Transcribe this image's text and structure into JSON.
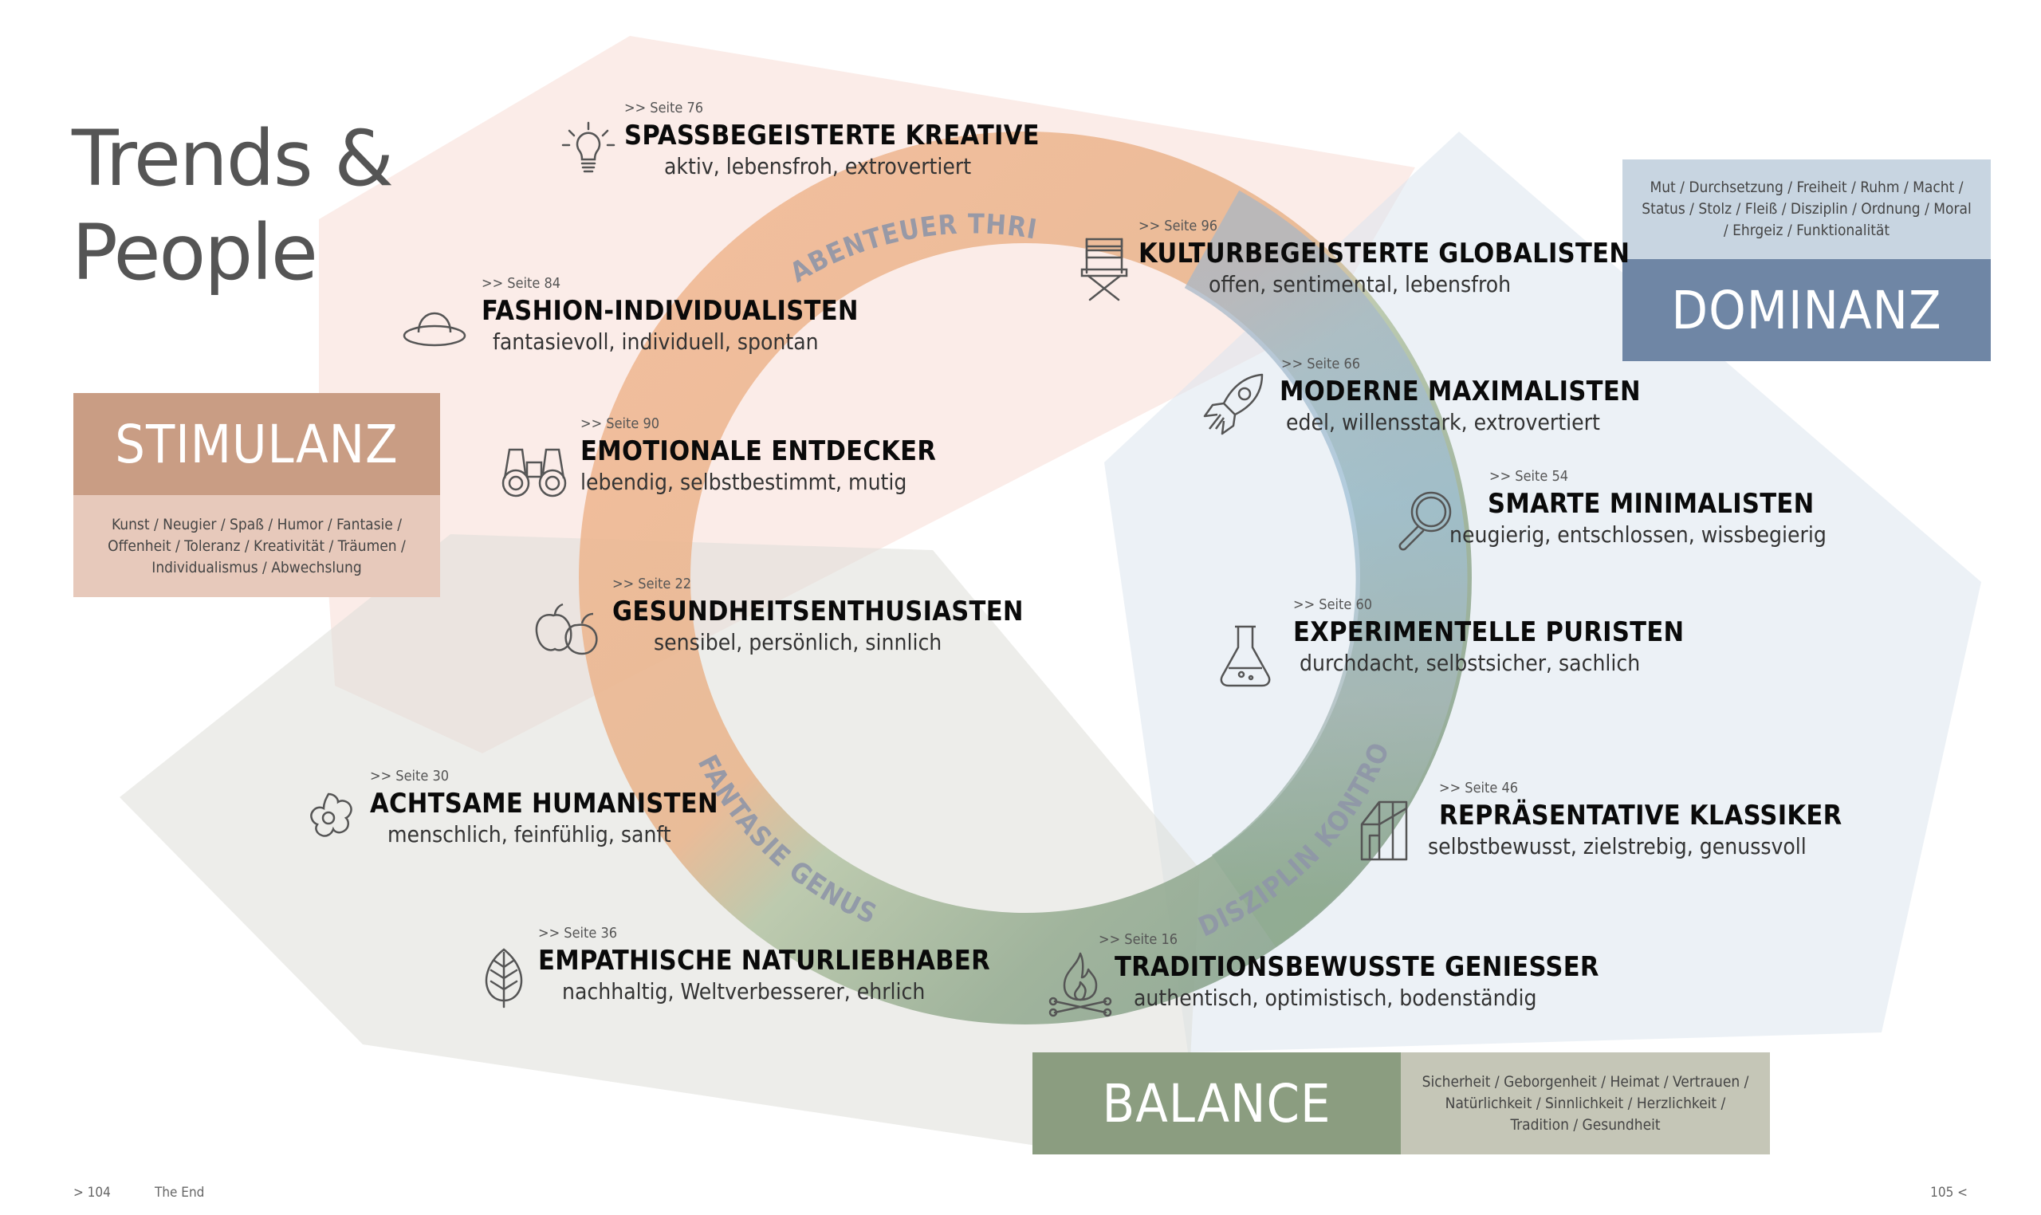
{
  "title_line1": "Trends &",
  "title_line2": "People",
  "ring_labels": {
    "top": "ABENTEUER THRILL",
    "bottom_left": "FANTASIE GENUSS",
    "bottom_right": "DISZIPLIN KONTROLLE"
  },
  "dimensions": {
    "stimulanz": {
      "label": "STIMULANZ",
      "values": "Kunst / Neugier / Spaß / Humor / Fantasie / Offenheit / Toleranz / Kreativität / Träumen / Individualismus / Abwechslung",
      "color": "#c99d84",
      "values_bg": "#e7c9bb"
    },
    "dominanz": {
      "label": "DOMINANZ",
      "values": "Mut / Durchsetzung / Freiheit / Ruhm / Macht / Status / Stolz / Fleiß / Disziplin / Ordnung / Moral / Ehrgeiz / Funktionalität",
      "color": "#6f86a5",
      "values_bg": "#c8d5e1"
    },
    "balance": {
      "label": "BALANCE",
      "values": "Sicherheit / Geborgenheit / Heimat / Vertrauen / Natürlichkeit / Sinnlichkeit / Herzlichkeit / Tradition / Gesundheit",
      "color": "#8b9d80",
      "values_bg": "#c5c6b7"
    }
  },
  "segments": [
    {
      "ref": ">> Seite 76",
      "name": "SPASSBEGEISTERTE KREATIVE",
      "traits": "aktiv, lebensfroh, extrovertiert",
      "icon": "lightbulb-icon"
    },
    {
      "ref": ">> Seite 96",
      "name": "KULTURBEGEISTERTE GLOBALISTEN",
      "traits": "offen, sentimental, lebensfroh",
      "icon": "director-chair-icon"
    },
    {
      "ref": ">> Seite 84",
      "name": "FASHION-INDIVIDUALISTEN",
      "traits": "fantasievoll, individuell, spontan",
      "icon": "hat-icon"
    },
    {
      "ref": ">> Seite 66",
      "name": "MODERNE MAXIMALISTEN",
      "traits": "edel, willensstark, extrovertiert",
      "icon": "rocket-icon"
    },
    {
      "ref": ">> Seite 90",
      "name": "EMOTIONALE ENTDECKER",
      "traits": "lebendig, selbstbestimmt, mutig",
      "icon": "binoculars-icon"
    },
    {
      "ref": ">> Seite 54",
      "name": "SMARTE MINIMALISTEN",
      "traits": "neugierig, entschlossen, wissbegierig",
      "icon": "magnifier-icon"
    },
    {
      "ref": ">> Seite 22",
      "name": "GESUNDHEITSENTHUSIASTEN",
      "traits": "sensibel, persönlich, sinnlich",
      "icon": "fruits-icon"
    },
    {
      "ref": ">> Seite 60",
      "name": "EXPERIMENTELLE PURISTEN",
      "traits": "durchdacht, selbstsicher, sachlich",
      "icon": "flask-icon"
    },
    {
      "ref": ">> Seite 30",
      "name": "ACHTSAME HUMANISTEN",
      "traits": "menschlich, feinfühlig, sanft",
      "icon": "flower-icon"
    },
    {
      "ref": ">> Seite 46",
      "name": "REPRÄSENTATIVE KLASSIKER",
      "traits": "selbstbewusst, zielstrebig, genussvoll",
      "icon": "greenhouse-icon"
    },
    {
      "ref": ">> Seite 36",
      "name": "EMPATHISCHE NATURLIEBHABER",
      "traits": "nachhaltig, Weltverbesserer, ehrlich",
      "icon": "leaf-icon"
    },
    {
      "ref": ">> Seite 16",
      "name": "TRADITIONSBEWUSSTE GENIESSER",
      "traits": "authentisch, optimistisch, bodenständig",
      "icon": "campfire-icon"
    }
  ],
  "footer": {
    "left_page": "> 104",
    "section": "The End",
    "right_page": "105 <"
  }
}
